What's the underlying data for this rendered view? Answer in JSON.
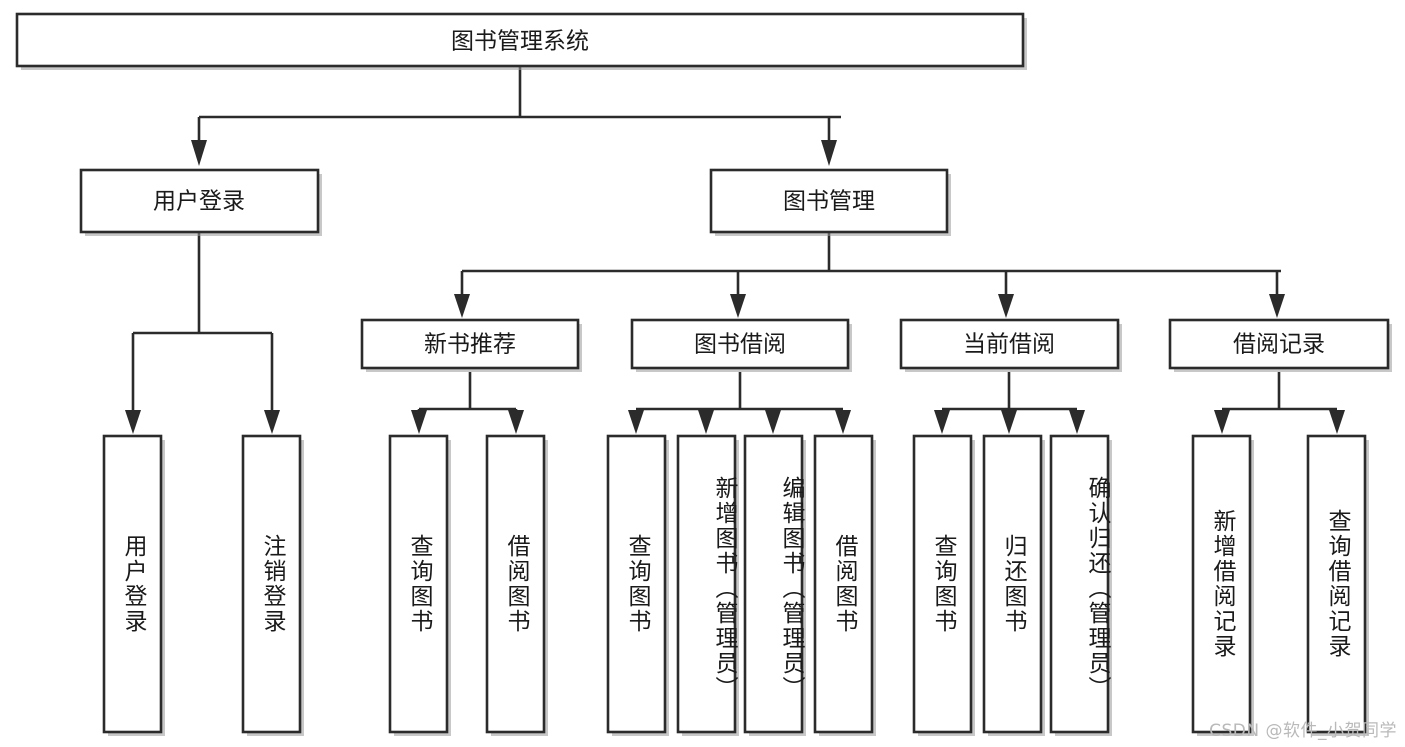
{
  "diagram": {
    "title": "图书管理系统",
    "type": "tree-hierarchy-flowchart",
    "root": {
      "id": "root",
      "label": "图书管理系统",
      "orientation": "horizontal"
    },
    "level2": [
      {
        "id": "user-login",
        "label": "用户登录",
        "orientation": "horizontal"
      },
      {
        "id": "book-management",
        "label": "图书管理",
        "orientation": "horizontal"
      }
    ],
    "level3": [
      {
        "id": "new-book-recommend",
        "label": "新书推荐",
        "orientation": "horizontal",
        "parent": "book-management"
      },
      {
        "id": "book-borrow",
        "label": "图书借阅",
        "orientation": "horizontal",
        "parent": "book-management"
      },
      {
        "id": "current-borrow",
        "label": "当前借阅",
        "orientation": "horizontal",
        "parent": "book-management"
      },
      {
        "id": "borrow-record",
        "label": "借阅记录",
        "orientation": "horizontal",
        "parent": "book-management"
      }
    ],
    "leaves": [
      {
        "id": "leaf-user-login",
        "label": "用户登录",
        "parent": "user-login"
      },
      {
        "id": "leaf-logout-login",
        "label": "注销登录",
        "parent": "user-login"
      },
      {
        "id": "leaf-query-book-1",
        "label": "查询图书",
        "parent": "new-book-recommend"
      },
      {
        "id": "leaf-borrow-book-1",
        "label": "借阅图书",
        "parent": "new-book-recommend"
      },
      {
        "id": "leaf-query-book-2",
        "label": "查询图书",
        "parent": "book-borrow"
      },
      {
        "id": "leaf-add-book-admin",
        "label": "新增图书（管理员）",
        "parent": "book-borrow"
      },
      {
        "id": "leaf-edit-book-admin",
        "label": "编辑图书（管理员）",
        "parent": "book-borrow"
      },
      {
        "id": "leaf-borrow-book-2",
        "label": "借阅图书",
        "parent": "book-borrow"
      },
      {
        "id": "leaf-query-book-3",
        "label": "查询图书",
        "parent": "current-borrow"
      },
      {
        "id": "leaf-return-book",
        "label": "归还图书",
        "parent": "current-borrow"
      },
      {
        "id": "leaf-confirm-return-admin",
        "label": "确认归还（管理员）",
        "parent": "current-borrow"
      },
      {
        "id": "leaf-add-borrow-record",
        "label": "新增借阅记录",
        "parent": "borrow-record"
      },
      {
        "id": "leaf-query-borrow-record",
        "label": "查询借阅记录",
        "parent": "borrow-record"
      }
    ],
    "colors": {
      "stroke": "#2b2b2b",
      "fill": "#ffffff",
      "text": "#1a1a1a",
      "background": "#ffffff",
      "watermark": "#b9b9b9"
    }
  },
  "watermark": {
    "text": "CSDN @软件_小贺同学"
  }
}
